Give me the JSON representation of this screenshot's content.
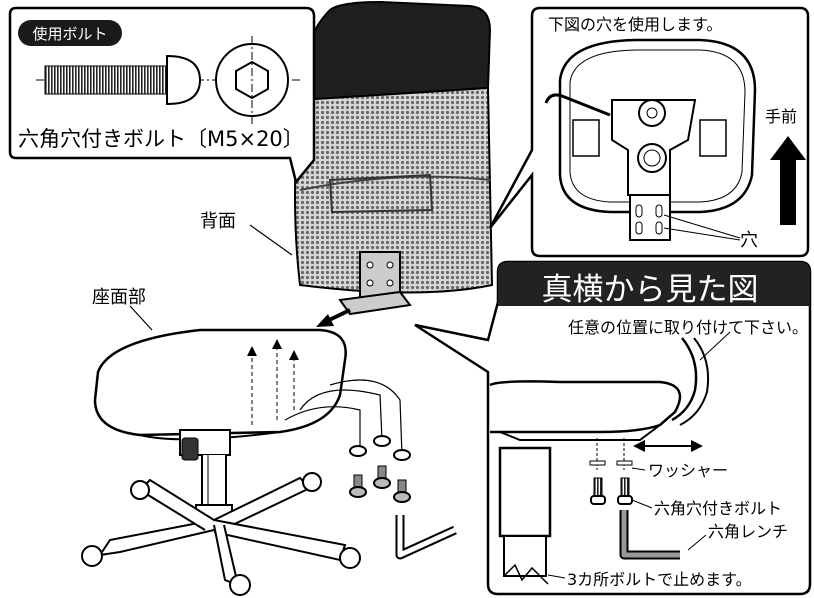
{
  "bolt_panel": {
    "badge": "使用ボルト",
    "caption": "六角穴付きボルト〔M5×20〕"
  },
  "chair_labels": {
    "back": "背面",
    "seat": "座面部"
  },
  "top_view": {
    "caption": "下図の穴を使用します。",
    "front": "手前",
    "hole": "穴"
  },
  "side_view": {
    "title": "真横から見た図",
    "note": "任意の位置に取り付けて下さい。",
    "washer": "ワッシャー",
    "bolt": "六角穴付きボルト",
    "wrench": "六角レンチ",
    "fix_note": "3カ所ボルトで止めます。"
  },
  "colors": {
    "badge": "#1a1a1a",
    "title_bar": "#222222",
    "mesh": "#9a9a9a",
    "head": "#1e1e1e"
  }
}
